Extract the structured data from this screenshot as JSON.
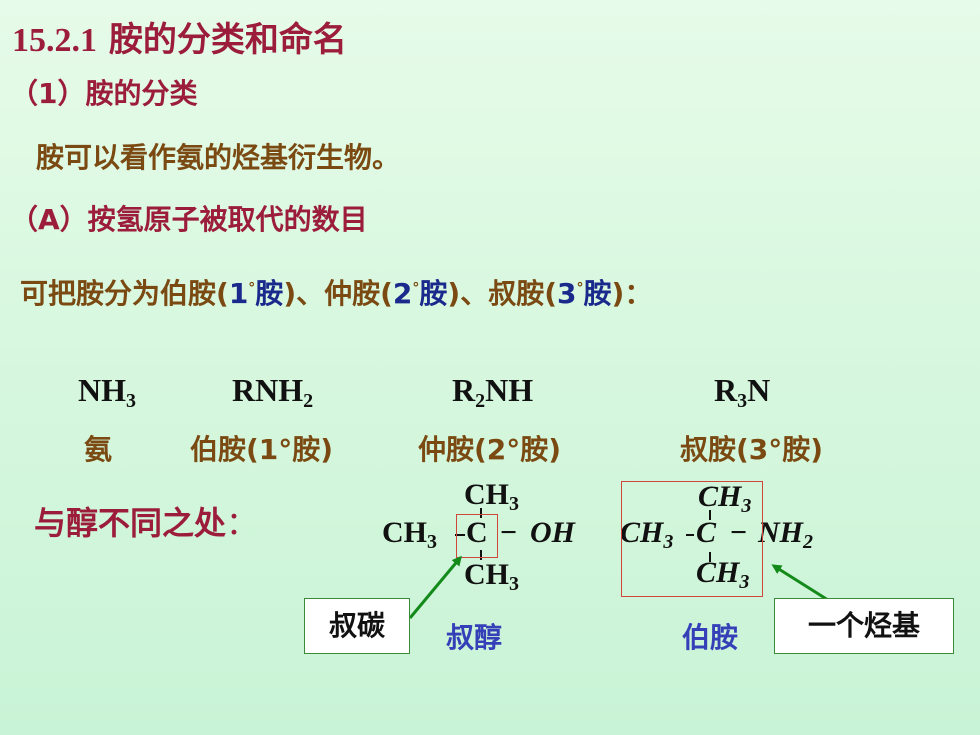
{
  "title": {
    "number": "15.2.1",
    "text": "胺的分类和命名"
  },
  "section1": "（1）胺的分类",
  "definition": "胺可以看作氨的烃基衍生物。",
  "sectionA": "（A）按氢原子被取代的数目",
  "classify": {
    "p1": "可把胺分为伯胺(",
    "d1": "1",
    "deg": "°",
    "a1": "胺",
    "p2": ")、仲胺(",
    "d2": "2",
    "a2": "胺",
    "p3": ")、叔胺(",
    "d3": "3",
    "a3": "胺",
    "p4": ")："
  },
  "formulas": {
    "nh3": {
      "main": "NH",
      "sub": "3"
    },
    "rnh2": {
      "main": "RNH",
      "sub": "2"
    },
    "r2nh": {
      "pre": "R",
      "sub": "2",
      "post": "NH"
    },
    "r3n": {
      "pre": "R",
      "sub": "3",
      "post": "N"
    }
  },
  "names": {
    "ammonia": "氨",
    "primary": "伯胺(1°胺)",
    "secondary": "仲胺(2°胺)",
    "tertiary": "叔胺(3°胺)"
  },
  "difference": {
    "text": "与醇不同之处",
    "colon": "："
  },
  "alcohol": {
    "top_ch": "CH",
    "top_sub": "3",
    "left_ch": "CH",
    "left_sub": "3",
    "center": "C",
    "dash": "−",
    "oh": "OH",
    "bottom_ch": "CH",
    "bottom_sub": "3"
  },
  "amine": {
    "top_ch": "CH",
    "top_sub": "3",
    "left_ch": "CH",
    "left_sub": "3",
    "center": "C",
    "dash": "−",
    "nh": "NH",
    "nh_sub": "2",
    "bottom_ch": "CH",
    "bottom_sub": "3"
  },
  "labels": {
    "tertiary_carbon": "叔碳",
    "tertiary_alcohol": "叔醇",
    "primary_amine": "伯胺",
    "one_alkyl": "一个烃基"
  },
  "colors": {
    "title": "#9b1d3b",
    "body": "#7a4a12",
    "navy": "#1a2a8c",
    "arrow": "#138a1a",
    "blue_label": "#3540b8",
    "red_box": "#d0463a"
  }
}
